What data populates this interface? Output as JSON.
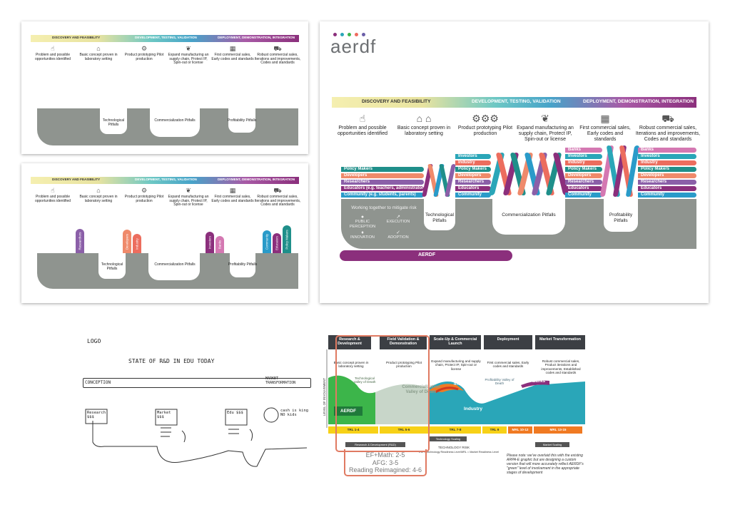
{
  "stage_band": {
    "discovery": "DISCOVERY AND FEASIBILITY",
    "development": "DEVELOPMENT, TESTING, VALIDATION",
    "deployment": "DEPLOYMENT, DEMONSTRATION, INTEGRATION"
  },
  "stages": [
    {
      "label": "Problem and possible opportunities identified",
      "icon": "lightbulb-hand-icon"
    },
    {
      "label": "Basic concept proven in laboratory setting",
      "icon": "school-building-icon"
    },
    {
      "label": "Product prototyping Pilot production",
      "icon": "assembly-line-icon"
    },
    {
      "label": "Expand manufacturing an supply chain, Protect IP, Spin-out or license",
      "icon": "seedling-hand-icon"
    },
    {
      "label": "First commercial sales, Early codes and standards",
      "icon": "storefront-icon"
    },
    {
      "label": "Robust commercial sales, Iterations and improvements, Codes and standards",
      "icon": "shopping-cart-icon"
    }
  ],
  "pitfalls": {
    "technological": "Technological Pitfalls",
    "commercialization": "Commercialization Pitfalls",
    "profitability": "Profitability Pitfalls"
  },
  "panel2_pills": {
    "researchers": "Researchers",
    "developers": "Developers",
    "industry": "Industry",
    "investors": "Investors",
    "banks": "Banks",
    "community": "Community",
    "educators": "Educators",
    "policy_makers": "Policy Makers"
  },
  "aerdf_panel": {
    "logo": "aerdf",
    "left_stack": [
      "Policy Makers",
      "Developers",
      "Researchers",
      "Educators (e.g. teachers, administrators)",
      "Community (e.g. students, parents)"
    ],
    "mid_stack": [
      "Investors",
      "Industry",
      "Policy Makers",
      "Developers",
      "Researchers",
      "Educators",
      "Community"
    ],
    "right_mid_stack": [
      "Banks",
      "Investors",
      "Industry",
      "Policy Makers",
      "Developers",
      "Researchers",
      "Educators",
      "Community"
    ],
    "right_stack": [
      "Banks",
      "Investors",
      "Industry",
      "Policy Makers",
      "Developers",
      "Researchers",
      "Educators",
      "Community"
    ],
    "mitigate_title": "Working together to mitigate risk",
    "mitigate_items": [
      "PUBLIC PERCEPTION",
      "EXECUTION",
      "INNOVATION",
      "ADOPTION"
    ],
    "bar_label": "AERDF"
  },
  "sketch": {
    "logo": "LOGO",
    "title": "STATE OF R&D IN EDU TODAY",
    "left_end": "CONCEPTION",
    "right_end": "MARKET TRANSFORMATION",
    "bucket1": "Research $$$",
    "bucket2": "Market $$$",
    "bucket3": "Edu $$$",
    "bag_note": "cash is king NO kids"
  },
  "arpa": {
    "columns": [
      "Research & Development",
      "Field Validation & Demonstration",
      "Scale-Up & Commercial Launch",
      "Deployment",
      "Market Transformation"
    ],
    "descriptions": [
      "Basic concept proven in laboratory setting",
      "Product prototyping Pilot production",
      "Expand manufacturing and supply chain, Protect IP, Spin-out or license",
      "First commercial sales, Early codes and standards",
      "Robust commercial sales, Product iterations and improvements, Established codes and standards"
    ],
    "valley1": "Technological Valley of Death",
    "valley2": "Commercialization Valley of Death",
    "valley3": "Profitability Valley of Death",
    "investors": "Investors",
    "banks": "Banks",
    "industry": "Industry",
    "aerdf": "AERDF",
    "y_axis": "LEVEL OF INVOLVEMENT",
    "trl": [
      "TRL 1-4",
      "TRL 5-6",
      "TRL 7-8",
      "TRL 9",
      "MRL 10-12",
      "MRL 13-15"
    ],
    "rd_tag": "Research & Development (R&D)",
    "tech_scaling": "Technology Scaling",
    "market_scaling": "Market Scaling",
    "tech_risk": "TECHNOLOGY RISK",
    "footnote_left": "TRL = Technology Readiness Level",
    "footnote_right": "MRL = Market Readiness Level",
    "callout": [
      "EF+Math: 2-5",
      "AFG: 3-5",
      "Reading Reimagined: 4-6"
    ],
    "note": "Please note: we've overlaid this with the existing ARPA-E graphic but are designing a custom version that will more accurately reflect AERDF's \"green\" level of involvement in the appropriate stages of development",
    "colors": {
      "green": "#3cb54a",
      "teal": "#2aa6b8",
      "orange": "#f07a22",
      "red": "#d23a1f",
      "purple": "#8b2f7c",
      "yellow": "#f7d117"
    }
  }
}
